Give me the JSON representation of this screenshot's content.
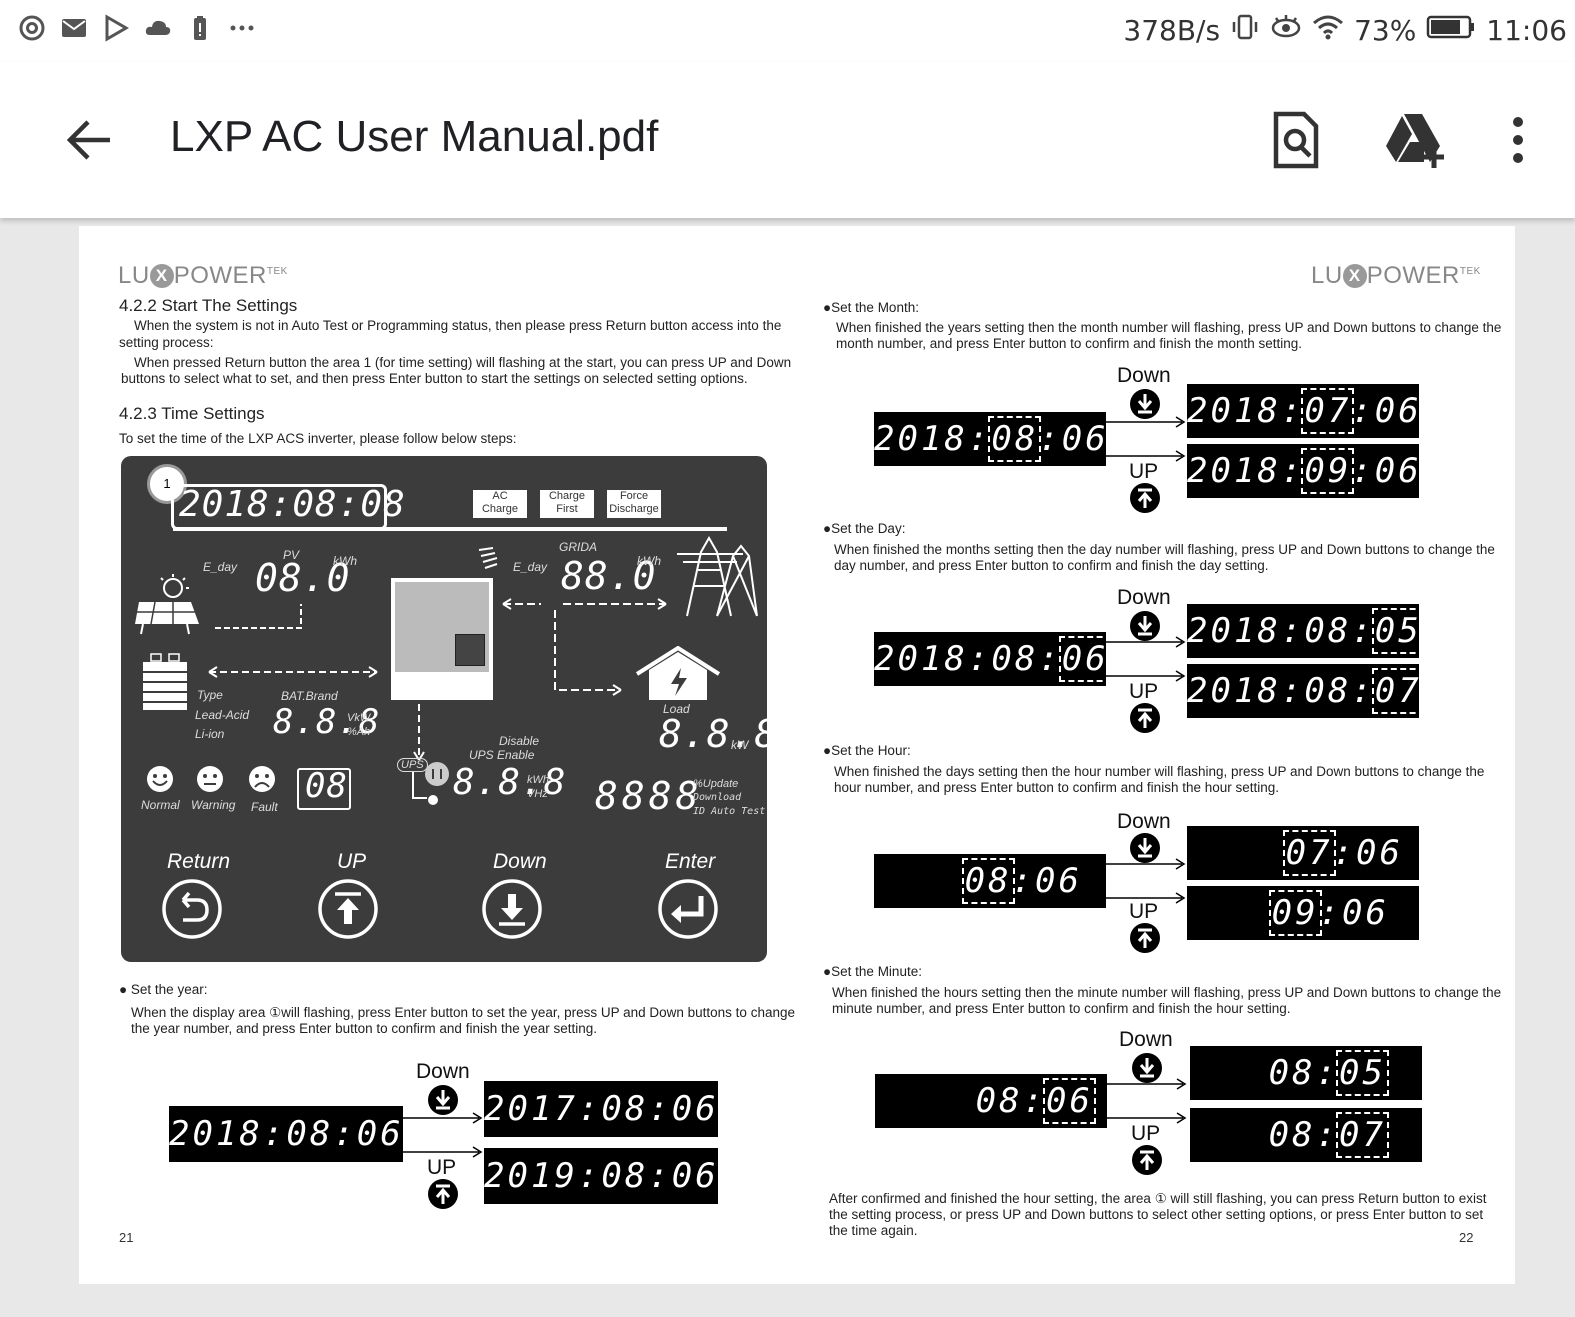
{
  "status_bar": {
    "speed": "378B/s",
    "battery": "73%",
    "time": "11:06"
  },
  "app_bar": {
    "title": "LXP AC User Manual.pdf"
  },
  "brand": {
    "left": "LU",
    "x": "X",
    "right": "POWER",
    "sup": "TEK"
  },
  "left_page": {
    "h1": "4.2.2    Start The Settings",
    "p1a": "When the system is not in Auto Test or Programming status, then please press Return button access into the",
    "p1b": "setting process:",
    "p2a": "When pressed Return button the area 1 (for time setting) will flashing at the start, you can press UP and Down",
    "p2b": "buttons to select what to set, and then press Enter button to start the settings on selected setting options.",
    "h2": "4.2.3    Time Settings",
    "p3": "To set the time of the LXP ACS inverter, please follow below steps:",
    "panel": {
      "area_num": "1",
      "datetime": "2018:08:08",
      "chips": [
        "AC\nCharge",
        "Charge\nFirst",
        "Force\nDischarge"
      ],
      "pv": "PV",
      "eday": "E_day",
      "pv_val": "08.0",
      "kwh": "kWh",
      "grid": "GRIDA",
      "grid_eday": "E_day",
      "grid_val": "88.0",
      "grid_kwh": "kWh",
      "type": "Type",
      "lead": "Lead-Acid",
      "liion": "Li-ion",
      "batbrand": "BAT.Brand",
      "bat_val": "8.8.8",
      "vkw": "VkW",
      "pah": "%Ah",
      "load": "Load",
      "load_val": "8.8.8",
      "kw": "kW",
      "disable": "Disable",
      "ups_en": "UPS  Enable",
      "ups": "UPS",
      "ups_val": "8.8.8",
      "ups_u1": "kWh",
      "ups_u2": "VHz",
      "big_val": "8888",
      "upd1": "%Update",
      "upd2": "Download",
      "upd3": "ID  Auto  Test",
      "normal": "Normal",
      "warning": "Warning",
      "fault": "Fault",
      "code_val": "08",
      "btn_return": "Return",
      "btn_up": "UP",
      "btn_down": "Down",
      "btn_enter": "Enter"
    },
    "set_year_title": "Set the year:",
    "set_year_a": "When the display area ①will flashing, press Enter button to set the year, press UP and Down buttons to change",
    "set_year_b": "the year number, and press Enter button to confirm and finish the year setting.",
    "year_diag": {
      "down": "Down",
      "up": "UP",
      "src": "2018:08:06",
      "dn": "2017:08:06",
      "upv": "2019:08:06"
    },
    "page_no": "21"
  },
  "right_page": {
    "month_title": "Set the Month:",
    "month_a": "When finished the years setting then the month number will flashing, press UP and Down buttons to change the",
    "month_b": "month number, and press Enter button to confirm and finish the month setting.",
    "month_diag": {
      "down": "Down",
      "up": "UP",
      "src_pre": "2018:",
      "src_b": "08",
      "src_post": ":06",
      "dn_pre": "2018:",
      "dn_b": "07",
      "dn_post": ":06",
      "up_pre": "2018:",
      "up_b": "09",
      "up_post": ":06"
    },
    "day_title": "Set the Day:",
    "day_a": "When finished the months setting then the day number will flashing, press UP and Down buttons to change the",
    "day_b": "day number, and press Enter button to confirm and finish the day setting.",
    "day_diag": {
      "down": "Down",
      "up": "UP",
      "src_pre": "2018:08:",
      "src_b": "06",
      "dn_pre": "2018:08:",
      "dn_b": "05",
      "up_pre": "2018:08:",
      "up_b": "07"
    },
    "hour_title": "Set the Hour:",
    "hour_a": "When finished the days setting then the hour number will flashing, press UP and Down buttons to change the",
    "hour_b": "hour number, and press Enter button to confirm and finish the hour setting.",
    "hour_diag": {
      "down": "Down",
      "up": "UP",
      "src_b": "08",
      "src_post": ":06",
      "dn_b": "07",
      "dn_post": ":06",
      "up_b": "09",
      "up_post": ":06"
    },
    "minute_title": "Set the Minute:",
    "minute_a": "When finished the hours setting then the minute number will flashing, press UP and Down buttons to change the",
    "minute_b": "minute number, and press Enter button to confirm and finish the hour setting.",
    "minute_diag": {
      "down": "Down",
      "up": "UP",
      "src_pre": "08:",
      "src_b": "06",
      "dn_pre": "08:",
      "dn_b": "05",
      "up_pre": "08:",
      "up_b": "07"
    },
    "after_a": "After confirmed and finished the hour setting, the area ① will still flashing, you can press Return button to exist",
    "after_b": "the setting process, or press UP and Down buttons to select other setting options, or press Enter button to set",
    "after_c": "the time again.",
    "page_no": "22"
  }
}
